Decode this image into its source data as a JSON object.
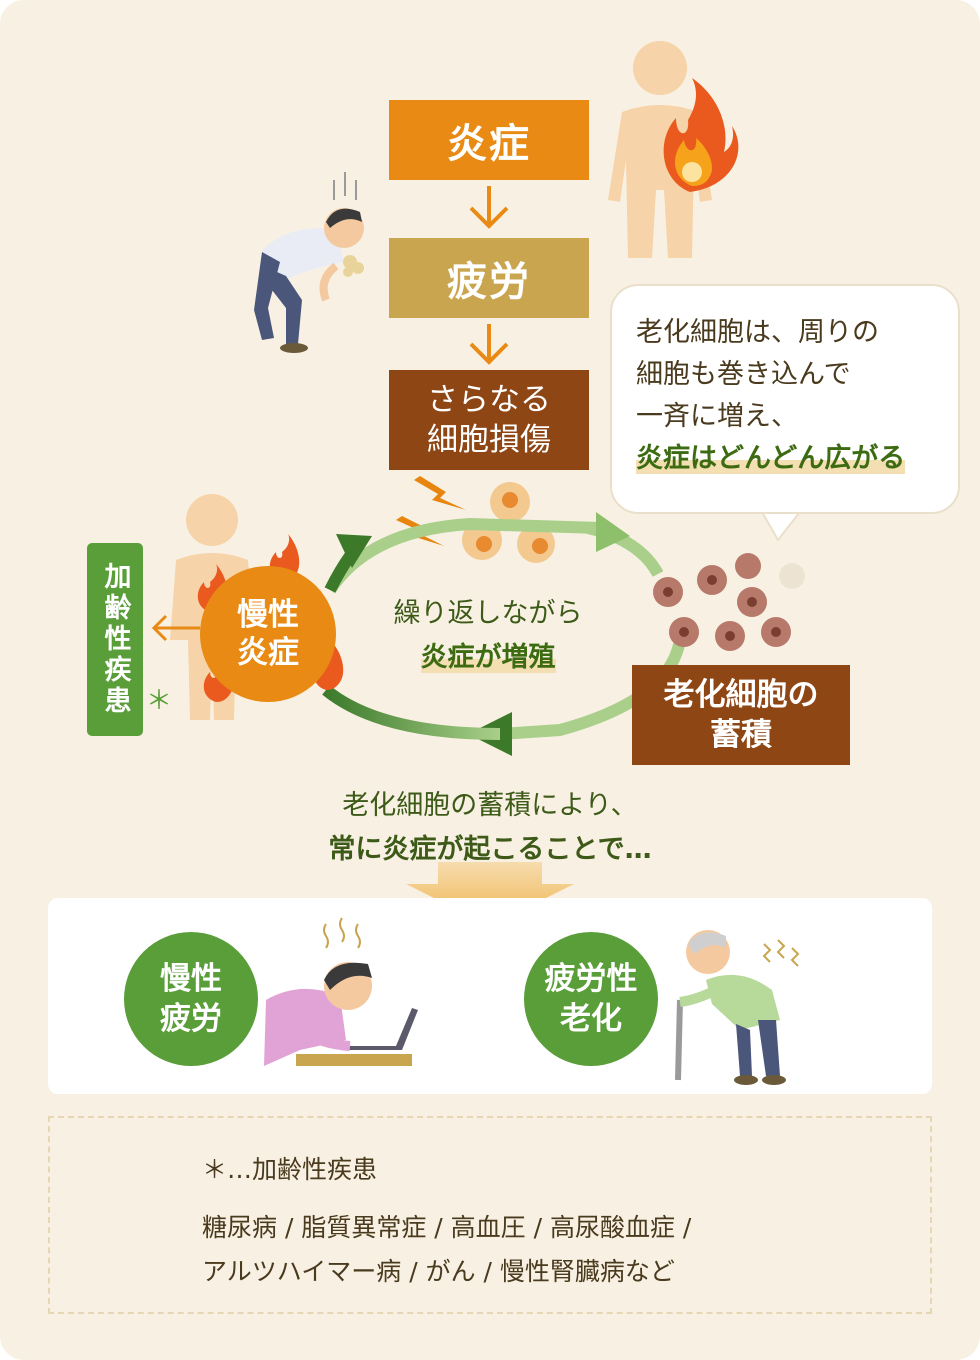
{
  "flow": {
    "inflammation": "炎症",
    "fatigue": "疲労",
    "cell_damage_line1": "さらなる",
    "cell_damage_line2": "細胞損傷"
  },
  "bubble": {
    "line1": "老化細胞は、周りの",
    "line2": "細胞も巻き込んで",
    "line3": "一斉に増え、",
    "highlight": "炎症はどんどん広がる"
  },
  "cycle": {
    "text_line1": "繰り返しながら",
    "text_highlight": "炎症が増殖",
    "chronic_inflammation_line1": "慢性",
    "chronic_inflammation_line2": "炎症",
    "senescent_line1": "老化細胞の",
    "senescent_line2": "蓄積"
  },
  "age_disease": {
    "label": "加齢性疾患",
    "asterisk": "＊"
  },
  "summary": {
    "line1": "老化細胞の蓄積により、",
    "line2": "常に炎症が起こることで…"
  },
  "outcomes": {
    "chronic_fatigue_line1": "慢性",
    "chronic_fatigue_line2": "疲労",
    "fatigue_aging_line1": "疲労性",
    "fatigue_aging_line2": "老化"
  },
  "notes": {
    "title": "＊…加齢性疾患",
    "line1": "糖尿病 / 脂質異常症 / 高血圧 / 高尿酸血症 /",
    "line2": "アルツハイマー病 / がん / 慢性腎臓病など"
  },
  "colors": {
    "background": "#f8f1e3",
    "inflammation_orange": "#e88a14",
    "fatigue_tan": "#c9a54f",
    "brown": "#8f4615",
    "green": "#5a9e3a",
    "highlight": "#f4dfb2"
  },
  "icons": [
    "flame-icon",
    "person-silhouette-icon",
    "tired-man-icon",
    "desk-worker-icon",
    "elderly-man-cane-icon",
    "damaged-cell-icon",
    "lightning-icon"
  ]
}
